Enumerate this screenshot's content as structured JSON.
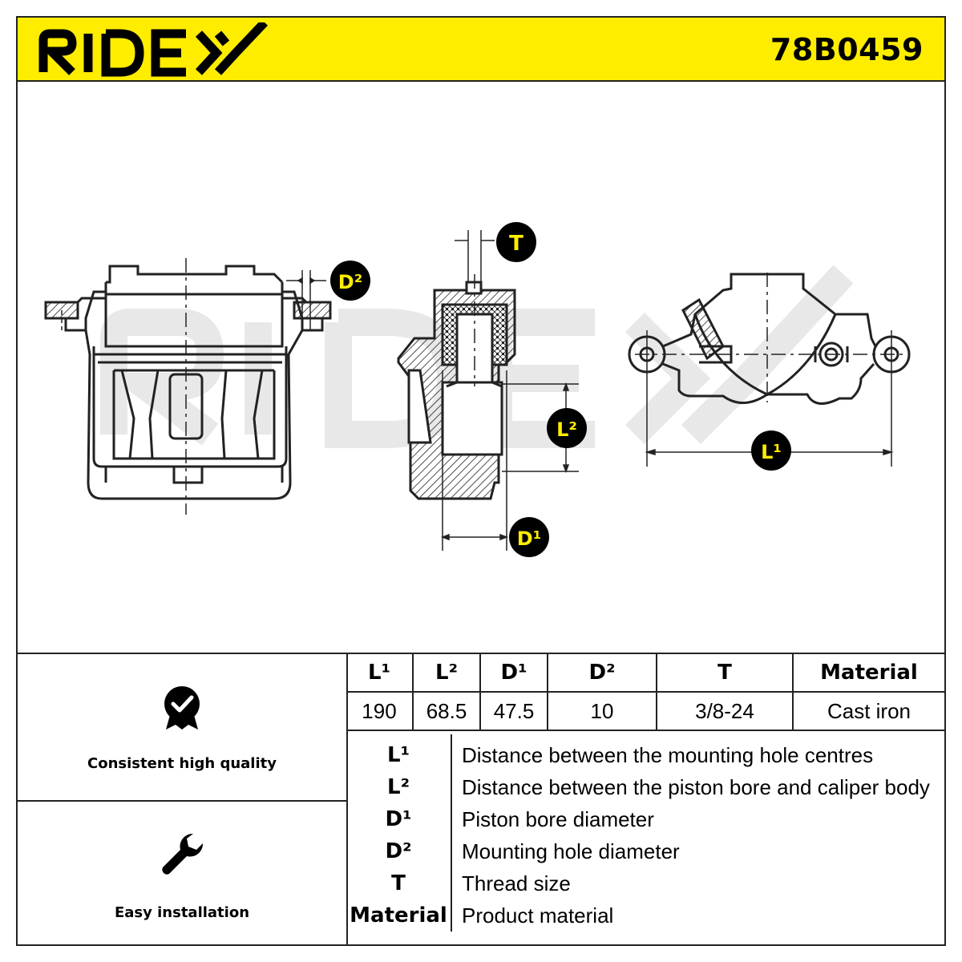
{
  "header": {
    "brand": "RIDEX",
    "part_number": "78B0459",
    "brand_color": "#ffed00"
  },
  "watermark": "RIDEX",
  "drawing_labels": {
    "T": "T",
    "D2": "D²",
    "L2": "L²",
    "D1": "D¹",
    "L1": "L¹"
  },
  "features": [
    {
      "label": "Consistent high quality",
      "icon": "quality-badge-icon"
    },
    {
      "label": "Easy installation",
      "icon": "wrench-icon"
    }
  ],
  "spec_table": {
    "headers": [
      "L¹",
      "L²",
      "D¹",
      "D²",
      "T",
      "Material"
    ],
    "values": [
      "190",
      "68.5",
      "47.5",
      "10",
      "3/8-24",
      "Cast iron"
    ]
  },
  "legend": [
    {
      "key": "L¹",
      "desc": "Distance between the mounting hole centres"
    },
    {
      "key": "L²",
      "desc": "Distance between the piston bore and caliper body"
    },
    {
      "key": "D¹",
      "desc": "Piston bore diameter"
    },
    {
      "key": "D²",
      "desc": "Mounting hole diameter"
    },
    {
      "key": "T",
      "desc": "Thread size"
    },
    {
      "key": "Material",
      "desc": "Product material"
    }
  ]
}
